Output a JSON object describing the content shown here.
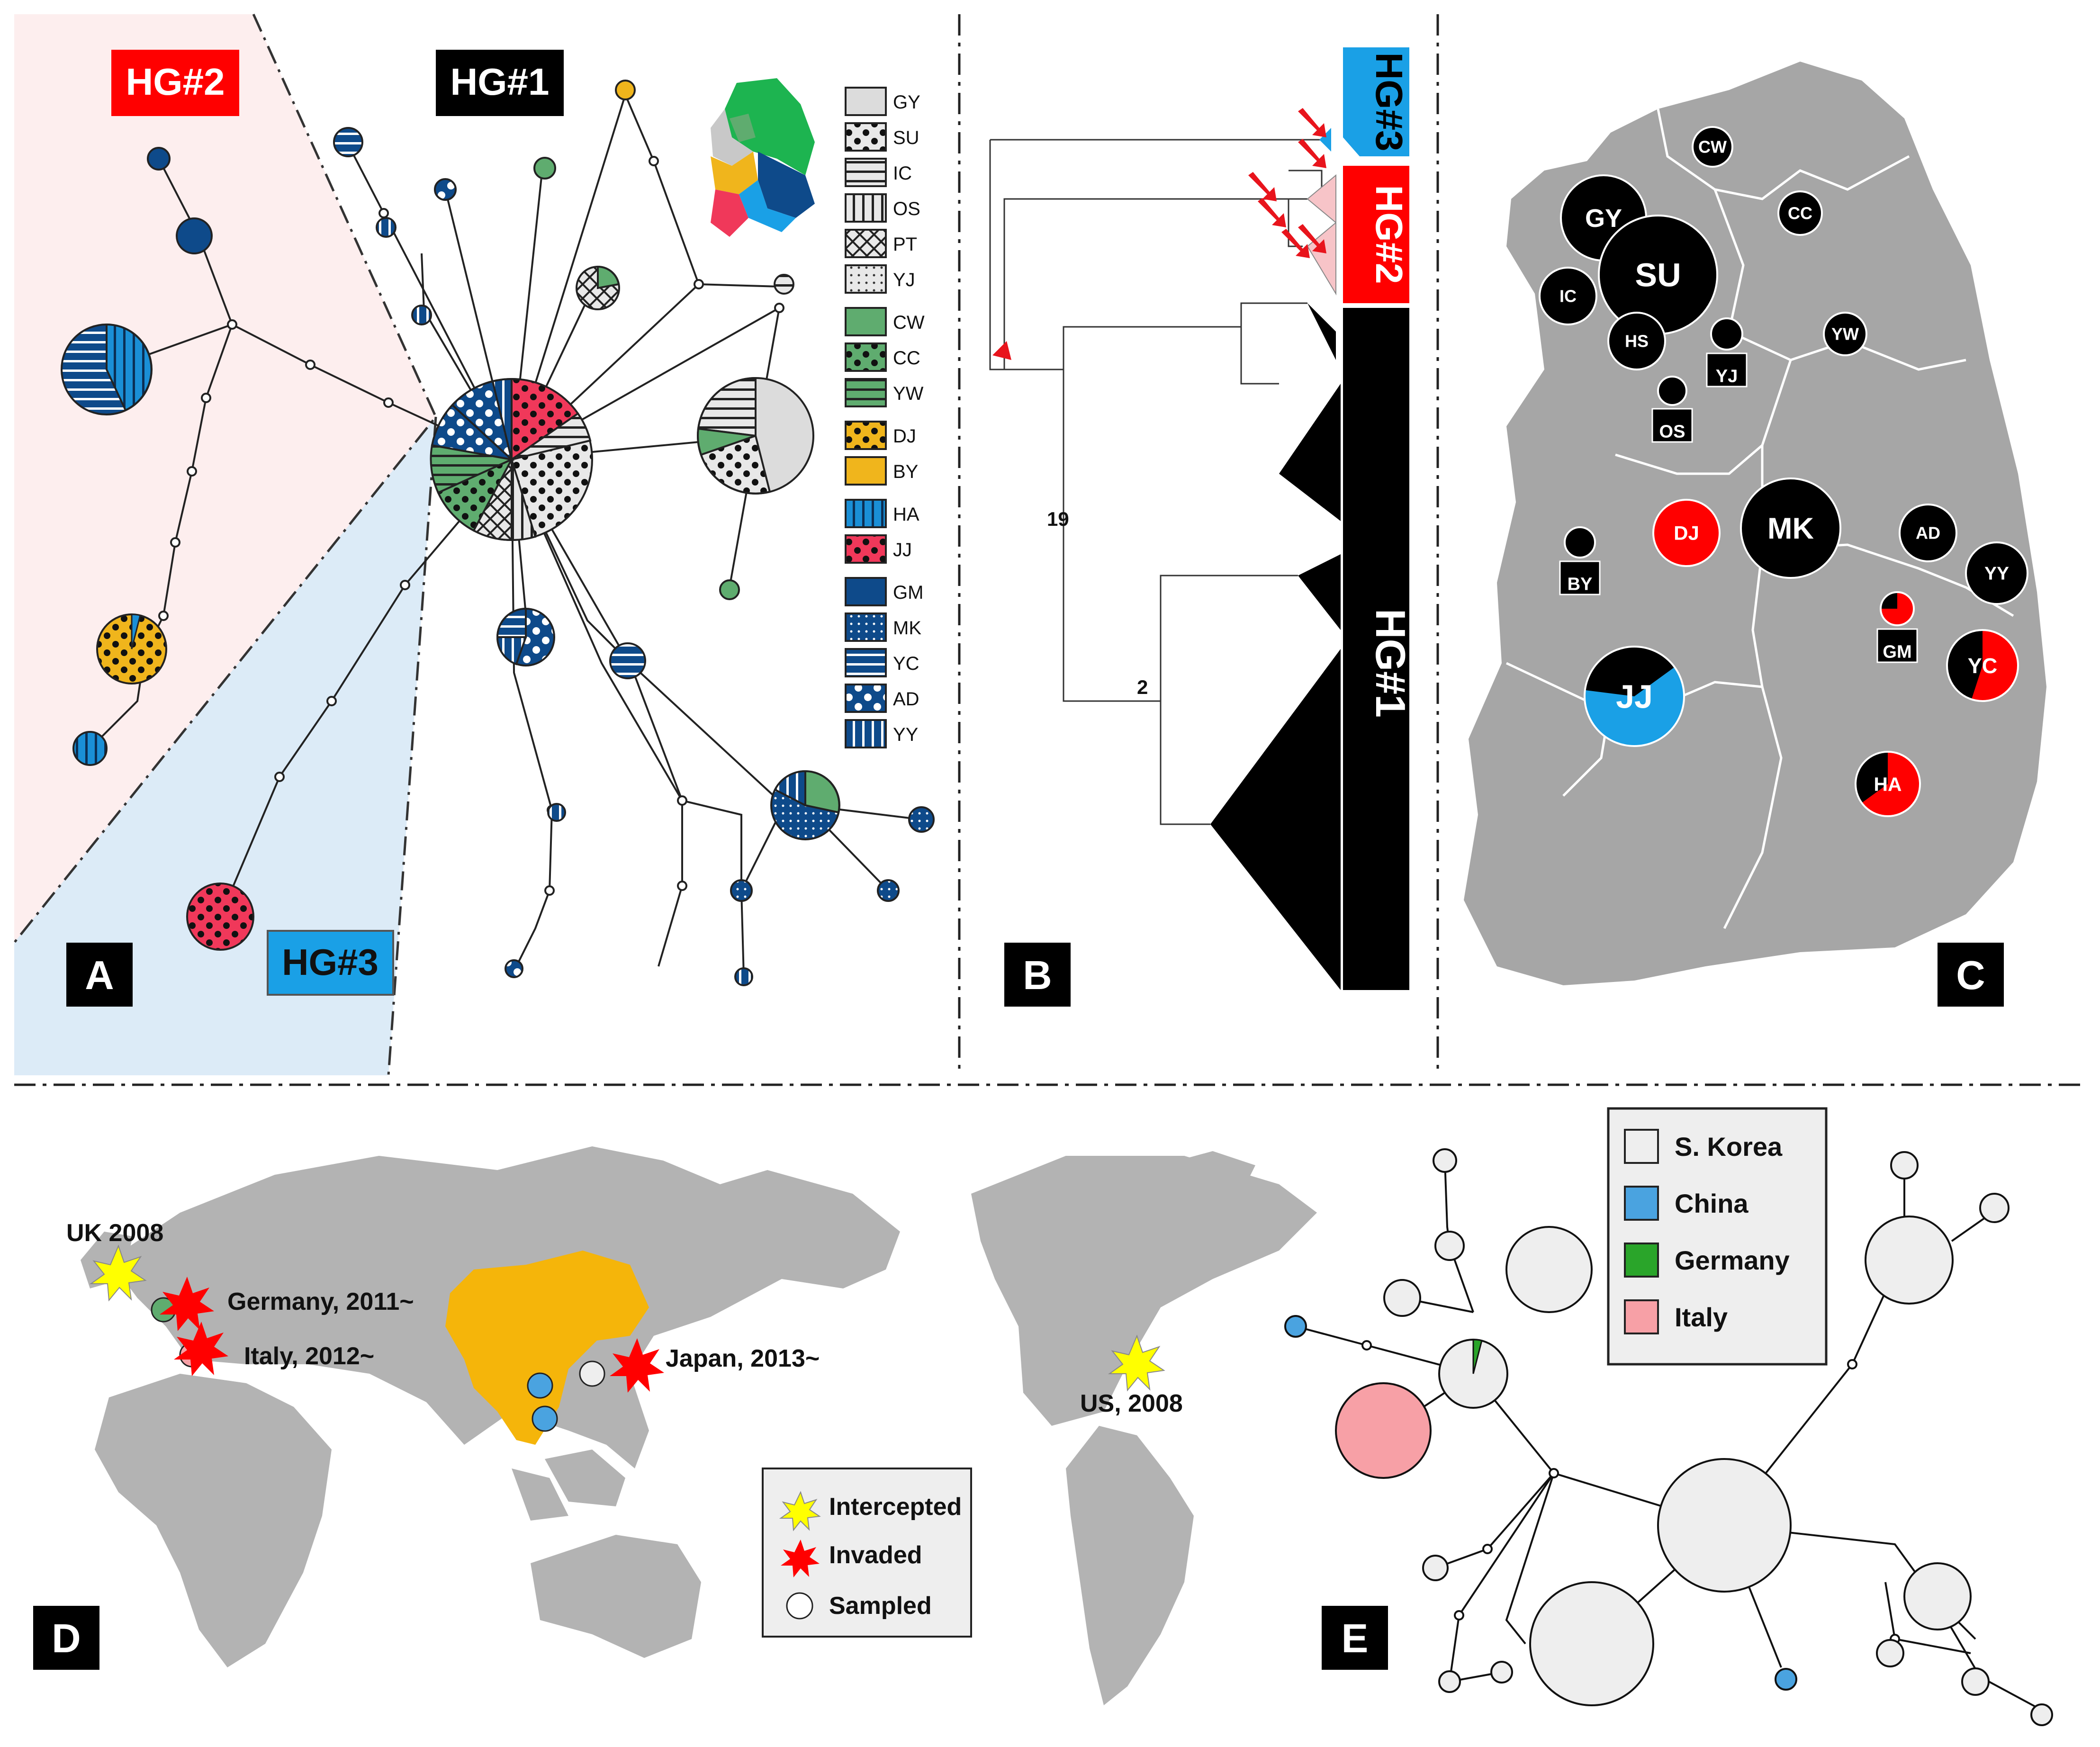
{
  "panels": {
    "a": {
      "letter": "A"
    },
    "b": {
      "letter": "B"
    },
    "c": {
      "letter": "C"
    },
    "d": {
      "letter": "D"
    },
    "e": {
      "letter": "E"
    }
  },
  "haplogroups": {
    "hg1": {
      "label": "HG#1",
      "color": "#000000"
    },
    "hg2": {
      "label": "HG#2",
      "color": "#ff0000"
    },
    "hg3": {
      "label": "HG#3",
      "color": "#1aa0e6"
    }
  },
  "region_legend": [
    {
      "code": "GY",
      "pattern": "gray"
    },
    {
      "code": "SU",
      "pattern": "dots-gray"
    },
    {
      "code": "IC",
      "pattern": "hstripes-gray"
    },
    {
      "code": "OS",
      "pattern": "vstripes-gray"
    },
    {
      "code": "PT",
      "pattern": "cross-gray"
    },
    {
      "code": "YJ",
      "pattern": "fine-dots-gray"
    },
    {
      "code": "CW",
      "pattern": "green"
    },
    {
      "code": "CC",
      "pattern": "dots-green"
    },
    {
      "code": "YW",
      "pattern": "hstripes-green"
    },
    {
      "code": "DJ",
      "pattern": "dots-yellow"
    },
    {
      "code": "BY",
      "pattern": "yellow"
    },
    {
      "code": "HA",
      "pattern": "vstripes-blue"
    },
    {
      "code": "JJ",
      "pattern": "dots-pink"
    },
    {
      "code": "GM",
      "pattern": "navy"
    },
    {
      "code": "MK",
      "pattern": "fine-dots-navy"
    },
    {
      "code": "YC",
      "pattern": "hstripes-navy"
    },
    {
      "code": "AD",
      "pattern": "big-dots-navy"
    },
    {
      "code": "YY",
      "pattern": "vstripes-navy"
    }
  ],
  "tree": {
    "bootstrap": [
      "19",
      "2"
    ]
  },
  "map_c": {
    "sites": [
      {
        "code": "CW"
      },
      {
        "code": "CC"
      },
      {
        "code": "GY"
      },
      {
        "code": "SU"
      },
      {
        "code": "IC"
      },
      {
        "code": "HS"
      },
      {
        "code": "YJ"
      },
      {
        "code": "YW"
      },
      {
        "code": "OS"
      },
      {
        "code": "MK"
      },
      {
        "code": "AD"
      },
      {
        "code": "DJ"
      },
      {
        "code": "BY"
      },
      {
        "code": "YY"
      },
      {
        "code": "GM"
      },
      {
        "code": "YC"
      },
      {
        "code": "JJ"
      },
      {
        "code": "HA"
      }
    ]
  },
  "map_d": {
    "annotations": [
      "UK 2008",
      "Germany, 2011~",
      "Italy, 2012~",
      "Japan, 2013~",
      "US, 2008"
    ],
    "legend": [
      {
        "label": "Intercepted",
        "color": "#ffff00"
      },
      {
        "label": "Invaded",
        "color": "#ff0000"
      },
      {
        "label": "Sampled",
        "color": "#ffffff"
      }
    ]
  },
  "network_e": {
    "legend": [
      {
        "label": "S. Korea",
        "color": "#eeeeee"
      },
      {
        "label": "China",
        "color": "#4aa3e0"
      },
      {
        "label": "Germany",
        "color": "#2aa52a"
      },
      {
        "label": "Italy",
        "color": "#f7a0a6"
      }
    ]
  },
  "colors": {
    "hg2_bg": "#fdeeee",
    "hg3_bg": "#dcebf7",
    "land": "#b3b3b3",
    "map_c_land": "#a6a6a6",
    "green": "#5fac6f",
    "navy": "#0e4a8a",
    "yellow": "#f0b51c",
    "pink": "#f0385a",
    "gray": "#dcdcdc",
    "range": "#f5b50a"
  }
}
